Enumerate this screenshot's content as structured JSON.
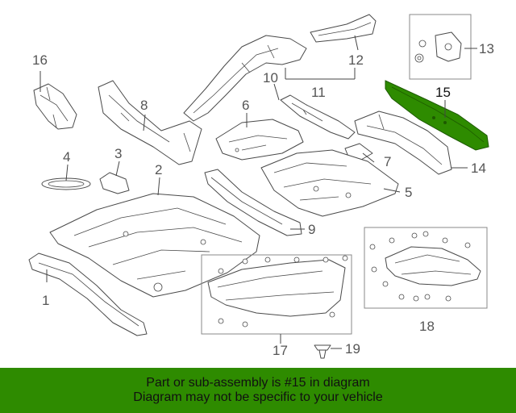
{
  "diagram": {
    "highlighted_part": "15",
    "highlight_color": "#2e8b00",
    "callouts": {
      "c1": "1",
      "c2": "2",
      "c3": "3",
      "c4": "4",
      "c5": "5",
      "c6": "6",
      "c7": "7",
      "c8": "8",
      "c9": "9",
      "c10": "10",
      "c11": "11",
      "c12": "12",
      "c13": "13",
      "c14": "14",
      "c15": "15",
      "c16": "16",
      "c17": "17",
      "c18": "18",
      "c19": "19"
    }
  },
  "banner": {
    "line1": "Part or sub-assembly is #15 in diagram",
    "line2": "Diagram may not be specific to your vehicle",
    "background": "#2e8b00"
  }
}
